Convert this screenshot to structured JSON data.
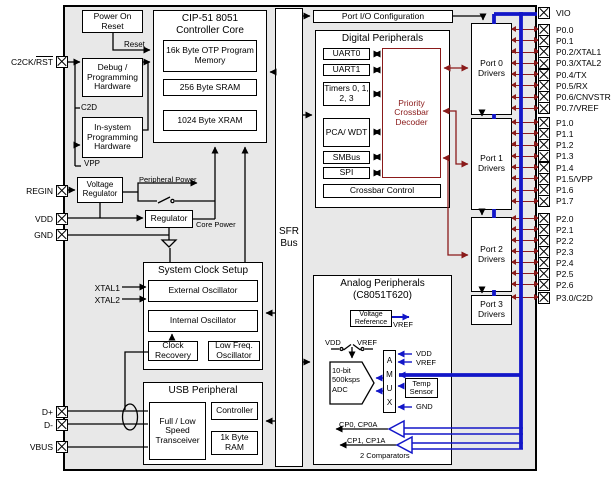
{
  "colors": {
    "maroon": "#8a1a1a",
    "blue": "#1216c8",
    "chip_bg": "#e8e8e8",
    "box_bg": "#ffffff"
  },
  "blocks": {
    "power_on_reset": "Power On Reset",
    "cip51_title_1": "CIP-51 8051",
    "cip51_title_2": "Controller Core",
    "otp": "16k Byte OTP Program Memory",
    "sram": "256 Byte SRAM",
    "xram": "1024 Byte XRAM",
    "debug_hw": "Debug / Programming Hardware",
    "insys_hw": "In-system Programming Hardware",
    "voltage_regulator": "Voltage Regulator",
    "regulator": "Regulator",
    "scs_title": "System Clock Setup",
    "ext_osc": "External Oscillator",
    "int_osc": "Internal Oscillator",
    "clock_recovery": "Clock Recovery",
    "lf_osc": "Low Freq. Oscillator",
    "usb_title": "USB Peripheral",
    "transceiver": "Full / Low Speed Transceiver",
    "controller": "Controller",
    "usb_ram": "1k Byte RAM",
    "sfr_bus": "SFR Bus",
    "port_io": "Port I/O Configuration",
    "digital_title": "Digital Peripherals",
    "uart0": "UART0",
    "uart1": "UART1",
    "timers": "Timers 0, 1, 2, 3",
    "pca": "PCA/ WDT",
    "smbus": "SMBus",
    "spi": "SPI",
    "crossbar_decoder": "Priority Crossbar Decoder",
    "crossbar_control": "Crossbar Control",
    "analog_title_1": "Analog Peripherals",
    "analog_title_2": "(C8051T620)",
    "voltage_reference": "Voltage Reference",
    "adc": "10-bit 500ksps ADC",
    "amux": "AMUX",
    "temp_sensor": "Temp Sensor",
    "port0": "Port 0 Drivers",
    "port1": "Port 1 Drivers",
    "port2": "Port 2 Drivers",
    "port3": "Port 3 Drivers"
  },
  "wire_labels": {
    "reset": "Reset",
    "c2d": "C2D",
    "vpp": "VPP",
    "peripheral_power": "Peripheral Power",
    "core_power": "Core Power",
    "vref_out": "VREF",
    "vdd_sw": "VDD",
    "vref_sw": "VREF",
    "amux_vdd": "VDD",
    "amux_vref": "VREF",
    "amux_gnd": "GND",
    "cp0": "CP0, CP0A",
    "cp1": "CP1, CP1A",
    "comparators": "2 Comparators"
  },
  "left_pins": {
    "c2ck_prefix": "C2CK/",
    "c2ck_rst": "RST",
    "regin": "REGIN",
    "vdd": "VDD",
    "gnd": "GND",
    "xtal1": "XTAL1",
    "xtal2": "XTAL2",
    "dplus": "D+",
    "dminus": "D-",
    "vbus": "VBUS"
  },
  "right_pins": {
    "vio": {
      "label": "VIO"
    },
    "p0": [
      {
        "label": "P0.0"
      },
      {
        "label": "P0.1"
      },
      {
        "label": "P0.2/XTAL1"
      },
      {
        "label": "P0.3/XTAL2"
      },
      {
        "label": "P0.4/TX"
      },
      {
        "label": "P0.5/RX"
      },
      {
        "label": "P0.6/CNVSTR"
      },
      {
        "label": "P0.7/VREF"
      }
    ],
    "p1": [
      {
        "label": "P1.0"
      },
      {
        "label": "P1.1"
      },
      {
        "label": "P1.2"
      },
      {
        "label": "P1.3"
      },
      {
        "label": "P1.4"
      },
      {
        "label": "P1.5/VPP"
      },
      {
        "label": "P1.6"
      },
      {
        "label": "P1.7"
      }
    ],
    "p2": [
      {
        "label": "P2.0"
      },
      {
        "label": "P2.1"
      },
      {
        "label": "P2.2"
      },
      {
        "label": "P2.3"
      },
      {
        "label": "P2.4"
      },
      {
        "label": "P2.5"
      },
      {
        "label": "P2.6"
      }
    ],
    "p3": {
      "label": "P3.0/C2D"
    }
  }
}
